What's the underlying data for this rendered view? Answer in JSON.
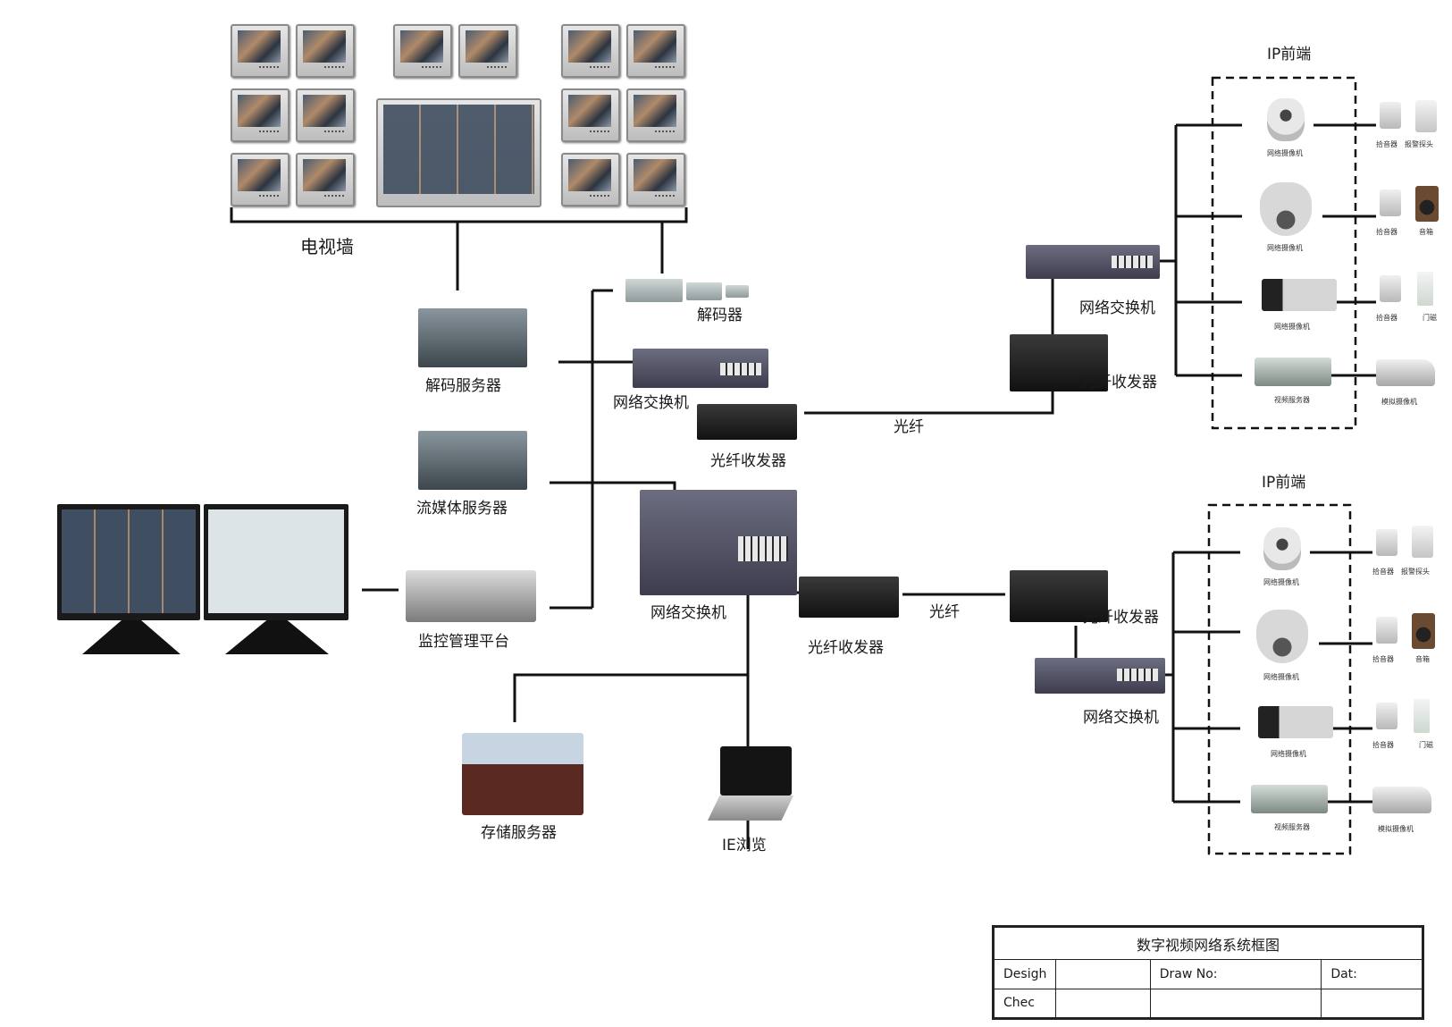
{
  "labels": {
    "tv_wall": "电视墙",
    "decoder": "解码器",
    "decode_server": "解码服务器",
    "switch_top": "网络交换机",
    "transceiver_top": "光纤收发器",
    "fiber_top": "光纤",
    "streaming_server": "流媒体服务器",
    "mgmt_platform": "监控管理平台",
    "core_switch": "网络交换机",
    "transceiver_mid": "光纤收发器",
    "fiber_mid": "光纤",
    "storage_server": "存储服务器",
    "ie_browse": "IE浏览",
    "front1": {
      "title": "IP前端",
      "switch": "网络交换机",
      "transceiver": "光纤收发器",
      "cam1": "网络摄像机",
      "cam2": "网络摄像机",
      "cam3": "网络摄像机",
      "video_server": "视频服务器",
      "pickup1": "拾音器",
      "pickup2": "拾音器",
      "pickup3": "拾音器",
      "alarm": "报警探头",
      "speaker": "音箱",
      "door": "门磁",
      "analog_cam": "模拟摄像机"
    },
    "front2": {
      "title": "IP前端",
      "switch": "网络交换机",
      "transceiver": "光纤收发器",
      "cam1": "网络摄像机",
      "cam2": "网络摄像机",
      "cam3": "网络摄像机",
      "video_server": "视频服务器",
      "pickup1": "拾音器",
      "pickup2": "拾音器",
      "pickup3": "拾音器",
      "alarm": "报警探头",
      "speaker": "音箱",
      "door": "门磁",
      "analog_cam": "模拟摄像机"
    }
  },
  "title_block": {
    "title": "数字视频网络系统框图",
    "design": "Desigh",
    "draw_no": "Draw No:",
    "date": "Dat:",
    "check": "Chec"
  }
}
